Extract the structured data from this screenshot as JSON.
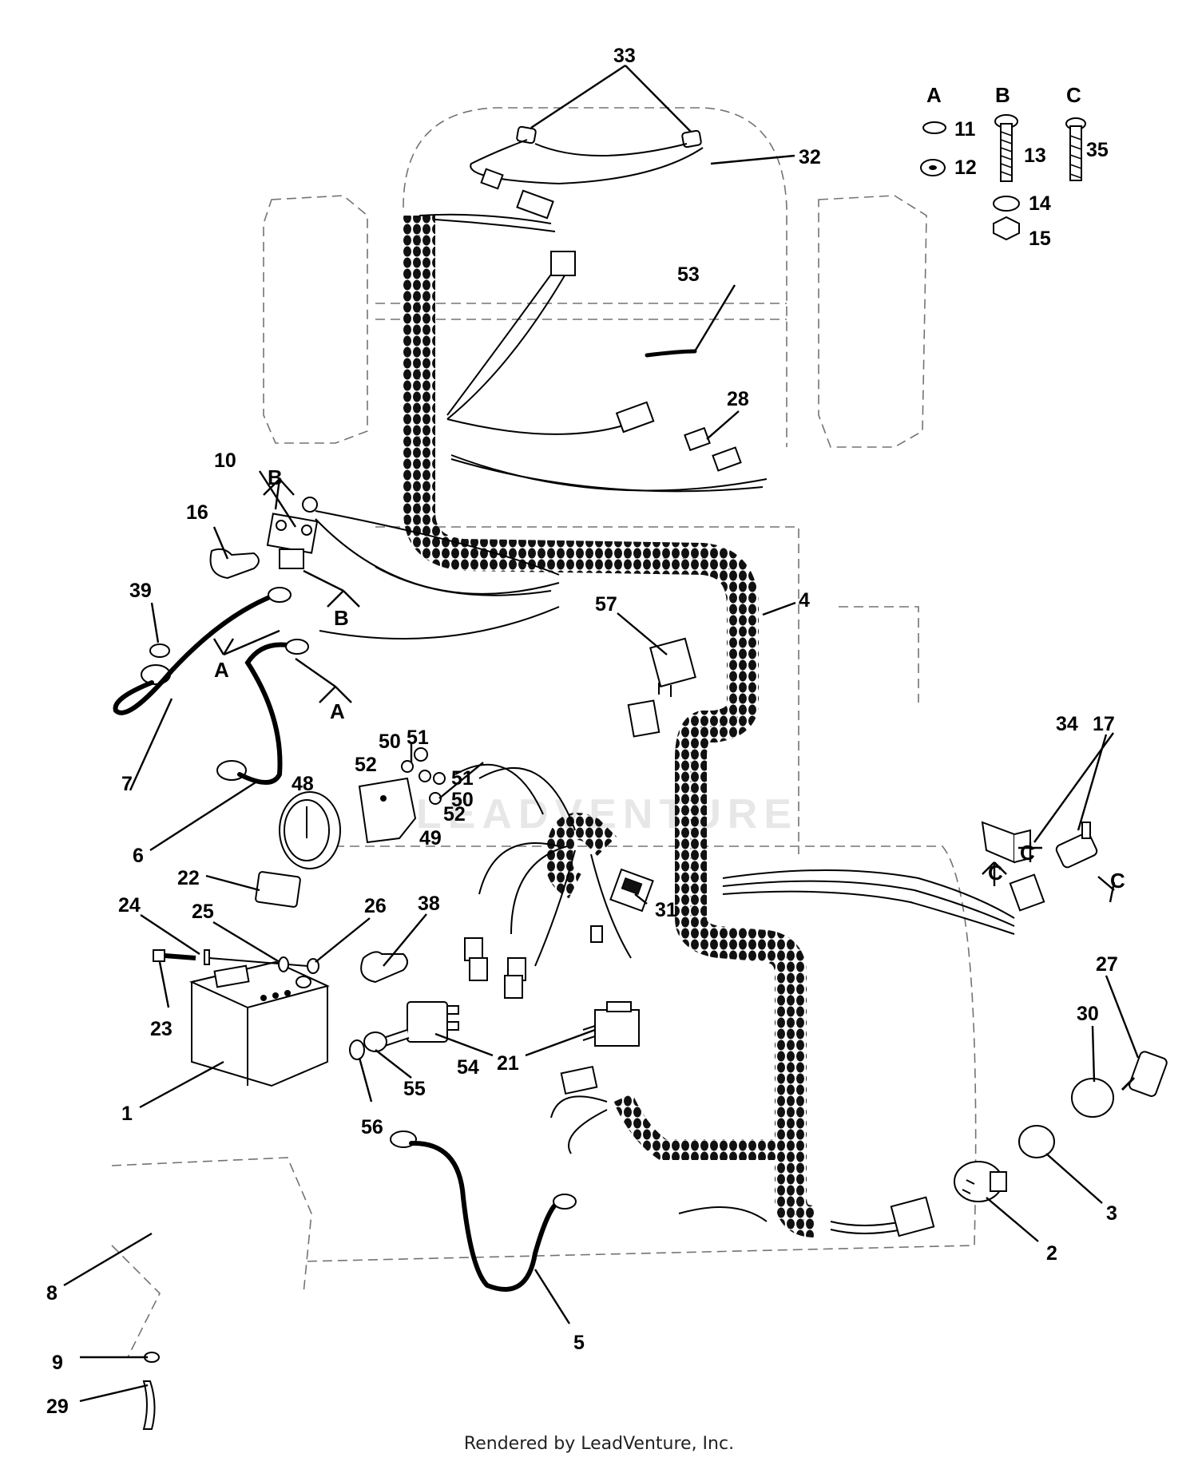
{
  "callouts": {
    "c1": "1",
    "c2": "2",
    "c3": "3",
    "c4": "4",
    "c5": "5",
    "c6": "6",
    "c7": "7",
    "c8": "8",
    "c9": "9",
    "c10": "10",
    "c11": "11",
    "c12": "12",
    "c13": "13",
    "c14": "14",
    "c15": "15",
    "c16": "16",
    "c17": "17",
    "c21": "21",
    "c22": "22",
    "c23": "23",
    "c24": "24",
    "c25": "25",
    "c26": "26",
    "c27": "27",
    "c28": "28",
    "c29": "29",
    "c30": "30",
    "c31": "31",
    "c32": "32",
    "c33": "33",
    "c34": "34",
    "c35": "35",
    "c38": "38",
    "c39": "39",
    "c48": "48",
    "c49": "49",
    "c50a": "50",
    "c50b": "50",
    "c51a": "51",
    "c51b": "51",
    "c52a": "52",
    "c52b": "52",
    "c53": "53",
    "c54": "54",
    "c55": "55",
    "c56": "56",
    "c57": "57"
  },
  "hardware_groups": {
    "a": "A",
    "b": "B",
    "c": "C"
  },
  "connection_markers": {
    "b1": "B",
    "b2": "B",
    "a1": "A",
    "a2": "A",
    "cc1": "C",
    "cc2": "C",
    "cc3": "C"
  },
  "watermark": "LEADVENTURE",
  "credit": "Rendered by LeadVenture, Inc."
}
